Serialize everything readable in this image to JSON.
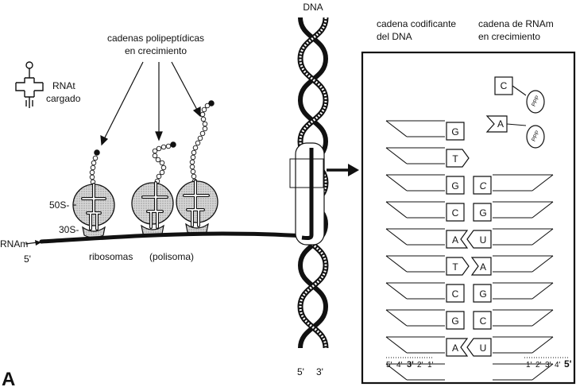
{
  "panel_label": "A",
  "labels": {
    "dna": "DNA",
    "polypeptide_title_line1": "cadenas polipeptídicas",
    "polypeptide_title_line2": "en crecimiento",
    "trna_line1": "RNAt",
    "trna_line2": "cargado",
    "subunit_50s": "50S-",
    "subunit_30s": "30S-",
    "mrna": "RNAm",
    "mrna_5prime": "5'",
    "ribosomes": "ribosomas",
    "polysome": "(polisoma)",
    "dna_5prime": "5'",
    "dna_3prime": "3'",
    "coding_strand_line1": "cadena codificante",
    "coding_strand_line2": "del DNA",
    "growing_rna_line1": "cadena de RNAm",
    "growing_rna_line2": "en crecimiento"
  },
  "inset": {
    "left_strand_bases": [
      "G",
      "T",
      "G",
      "C",
      "A",
      "T",
      "C",
      "G",
      "A"
    ],
    "rna_bases": [
      "C",
      "G",
      "U",
      "A",
      "G",
      "C",
      "U"
    ],
    "incoming_nucleotides": [
      {
        "base": "C",
        "tag": "PPP"
      },
      {
        "base": "A",
        "tag": "PPP"
      }
    ],
    "left_numbering": [
      "5'",
      "4'",
      "3'",
      "2'",
      "1'"
    ],
    "right_numbering": [
      "1'",
      "2'",
      "3'",
      "4'",
      "5'"
    ]
  }
}
